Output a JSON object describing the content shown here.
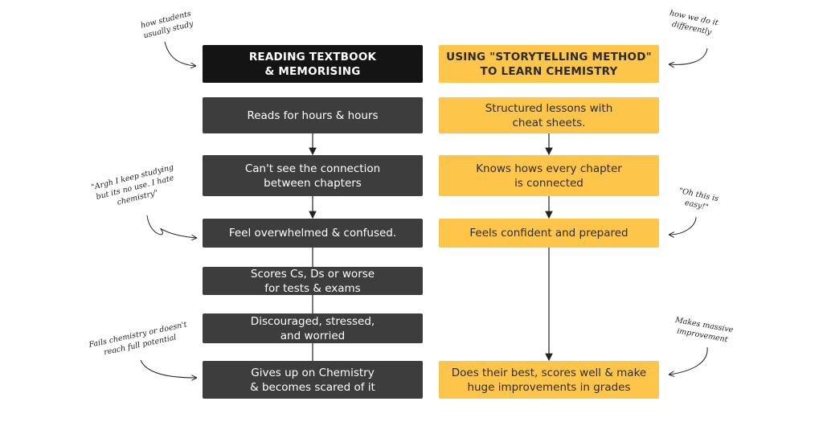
{
  "left": {
    "header": "READING TEXTBOOK\n& MEMORISING",
    "steps": [
      "Reads for hours & hours",
      "Can't see the connection\nbetween chapters",
      "Feel overwhelmed & confused.",
      "Scores Cs, Ds or worse\nfor tests & exams",
      "Discouraged, stressed,\nand worried",
      "Gives up on Chemistry\n& becomes scared of it"
    ]
  },
  "right": {
    "header": "USING \"STORYTELLING METHOD\"\nTO LEARN CHEMISTRY",
    "steps": [
      "Structured lessons with\ncheat sheets.",
      "Knows hows every chapter\nis connected",
      "Feels confident and prepared",
      "Does their best, scores well & make\nhuge improvements in grades"
    ]
  },
  "notes": {
    "how_students": "how students\nusually study",
    "how_we": "how we do it\ndifferently",
    "argh": "\"Argh I keep studying\nbut its no use. I hate\nchemistry\"",
    "oh_easy": "\"Oh this is\neasy!\"",
    "fails": "Fails chemistry or doesn't\nreach full potential",
    "massive": "Makes massive\nimprovement"
  },
  "colors": {
    "dark_box": "#3d3d3d",
    "header_box": "#141414",
    "yellow_box": "#fdc54a"
  }
}
